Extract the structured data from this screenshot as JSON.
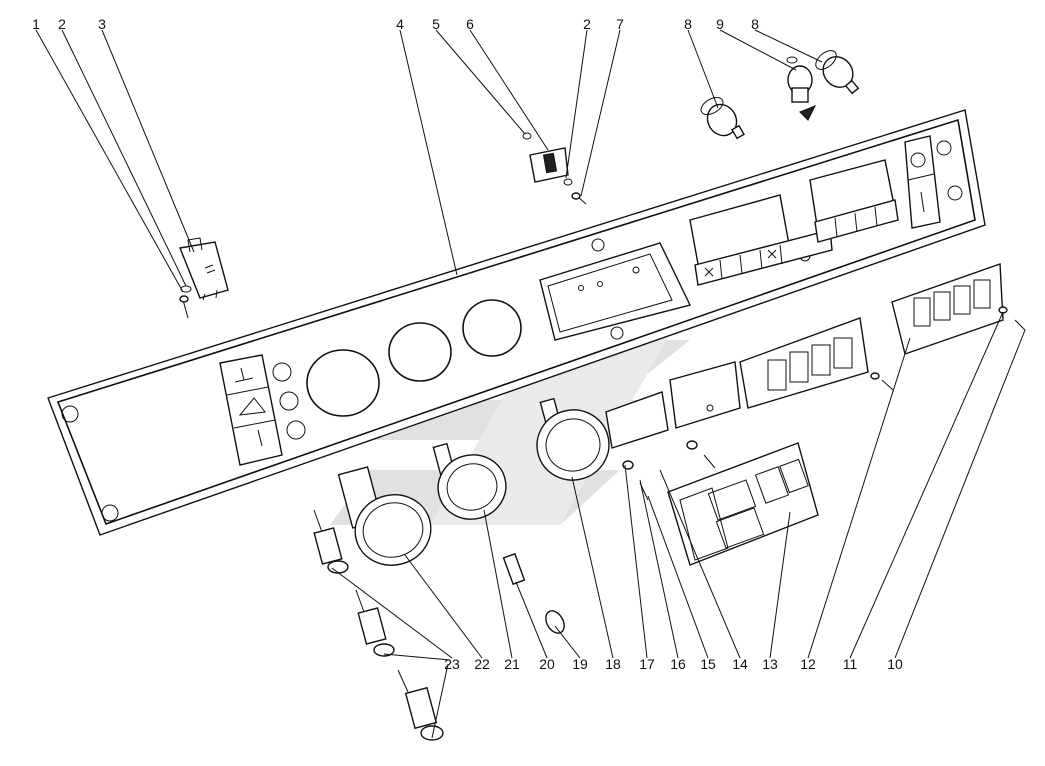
{
  "callouts": {
    "top": [
      "1",
      "2",
      "3",
      "4",
      "5",
      "6",
      "2",
      "7",
      "8",
      "9",
      "8"
    ],
    "bottom": [
      "23",
      "22",
      "21",
      "20",
      "19",
      "18",
      "17",
      "16",
      "15",
      "14",
      "13",
      "12",
      "11",
      "10"
    ]
  },
  "colors": {
    "line": "#111111",
    "watermark": "#c9c9c9",
    "background": "#ffffff"
  }
}
